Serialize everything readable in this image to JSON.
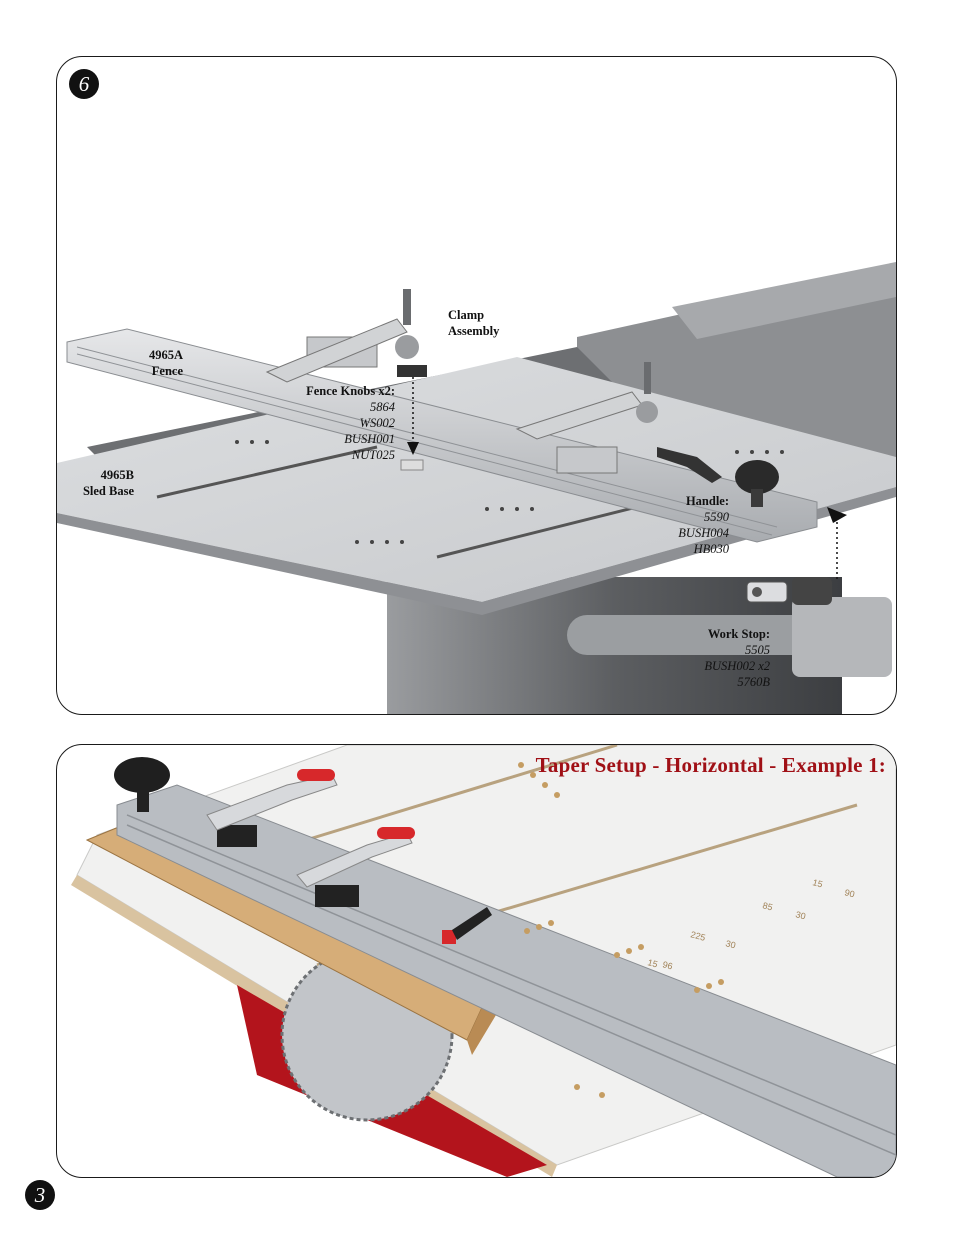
{
  "step_number": "6",
  "page_number": "3",
  "diagram": {
    "labels": {
      "clamp": [
        "Clamp",
        "Assembly"
      ],
      "fence": [
        "4965A",
        "Fence"
      ],
      "sled": [
        "4965B",
        "Sled Base"
      ],
      "knobs": {
        "heading": "Fence Knobs x2:",
        "parts": [
          "5864",
          "WS002",
          "BUSH001",
          "NUT025"
        ]
      },
      "handle": {
        "heading": "Handle:",
        "parts": [
          "5590",
          "BUSH004",
          "HB030"
        ]
      },
      "workstop": {
        "heading": "Work Stop:",
        "parts": [
          "5505",
          "BUSH002 x2",
          "5760B"
        ]
      }
    }
  },
  "photo": {
    "title": "Taper Setup - Horizontal - Example 1:",
    "scale_marks": [
      "15",
      "90",
      "30",
      "225",
      "85",
      "30",
      "15",
      "96"
    ]
  },
  "colors": {
    "title_red": "#a01016",
    "sled_base": "#d8dadd",
    "fence_aluminum": "#b9bdc2",
    "saw_insert": "#b3141c",
    "wood": "#d6ad78"
  }
}
